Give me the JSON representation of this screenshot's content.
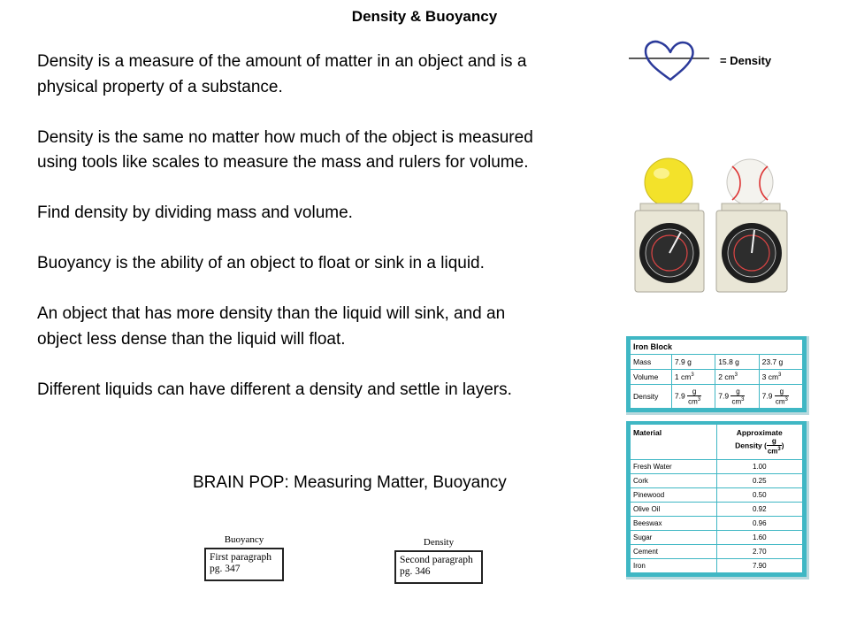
{
  "title": "Density & Buoyancy",
  "paragraphs": [
    "Density is a measure of the amount of matter in an object and is a physical property of a substance.",
    "Density is the same no matter how much of the object is measured using tools like scales to measure the mass and rulers for volume.",
    "Find density by dividing mass and volume.",
    "Buoyancy is the ability of an object to float or sink in a liquid.",
    "An object that has more density than the liquid will sink, and an object less dense than the liquid will float.",
    "Different liquids can have different a density and settle in layers."
  ],
  "brainpop": "BRAIN POP: Measuring Matter, Buoyancy",
  "heart_label": "= Density",
  "refs": {
    "buoyancy": {
      "caption": "Buoyancy",
      "line1": "First paragraph",
      "line2": "pg. 347"
    },
    "density": {
      "caption": "Density",
      "line1": "Second paragraph",
      "line2": "pg. 346"
    }
  },
  "iron_table": {
    "title": "Iron Block",
    "mass_label": "Mass",
    "mass": [
      "7.9 g",
      "15.8 g",
      "23.7 g"
    ],
    "volume_label": "Volume",
    "volume": [
      "1 cm",
      "2 cm",
      "3 cm"
    ],
    "cube_exp": "3",
    "density_label": "Density",
    "density_value": "7.9",
    "unit_num": "g",
    "unit_den": "cm"
  },
  "material_table": {
    "col1": "Material",
    "col2_line1": "Approximate",
    "col2_line2": "Density",
    "unit_num": "g",
    "unit_den": "cm",
    "cube_exp": "3",
    "rows": [
      {
        "name": "Fresh Water",
        "value": "1.00"
      },
      {
        "name": "Cork",
        "value": "0.25"
      },
      {
        "name": "Pinewood",
        "value": "0.50"
      },
      {
        "name": "Olive Oil",
        "value": "0.92"
      },
      {
        "name": "Beeswax",
        "value": "0.96"
      },
      {
        "name": "Sugar",
        "value": "1.60"
      },
      {
        "name": "Cement",
        "value": "2.70"
      },
      {
        "name": "Iron",
        "value": "7.90"
      }
    ]
  },
  "colors": {
    "heart": "#2b3a9a",
    "table_border": "#3fb7c4",
    "ball_yellow": "#f3e22a",
    "scale_body": "#e9e6d6",
    "dial": "#222222"
  }
}
